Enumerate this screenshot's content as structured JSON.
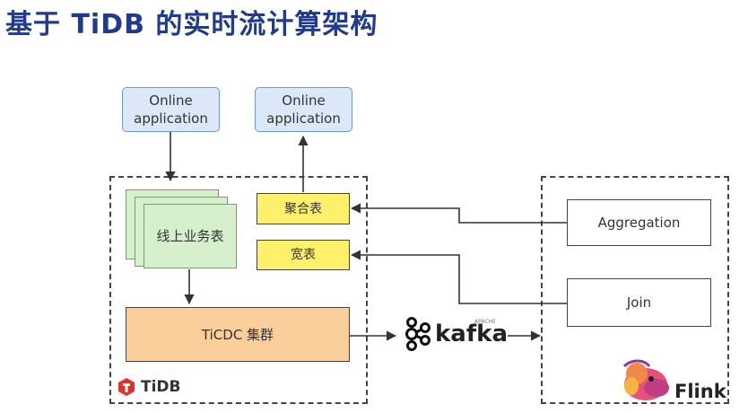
{
  "title": "基于 TiDB 的实时流计算架构",
  "online_app_1": "Online application",
  "online_app_2": "Online application",
  "agg_table": "聚合表",
  "wide_table": "宽表",
  "online_biz_table": "线上业务表",
  "ticdc": "TiCDC 集群",
  "aggregation": "Aggregation",
  "join": "Join",
  "tidb_logo_text": "TiDB",
  "kafka_text": "kafka",
  "kafka_apache": "APACHE",
  "flink_text": "Flink",
  "colors": {
    "title": "#1f3a8f",
    "online_fill": "#dbe8f8",
    "yellow_fill": "#fff06c",
    "green_fill": "#d6f0cd",
    "orange_fill": "#fbcf9c",
    "tidb_red": "#e0312d"
  },
  "icons": [
    "tidb-logo-icon",
    "kafka-logo-icon",
    "flink-squirrel-icon"
  ]
}
